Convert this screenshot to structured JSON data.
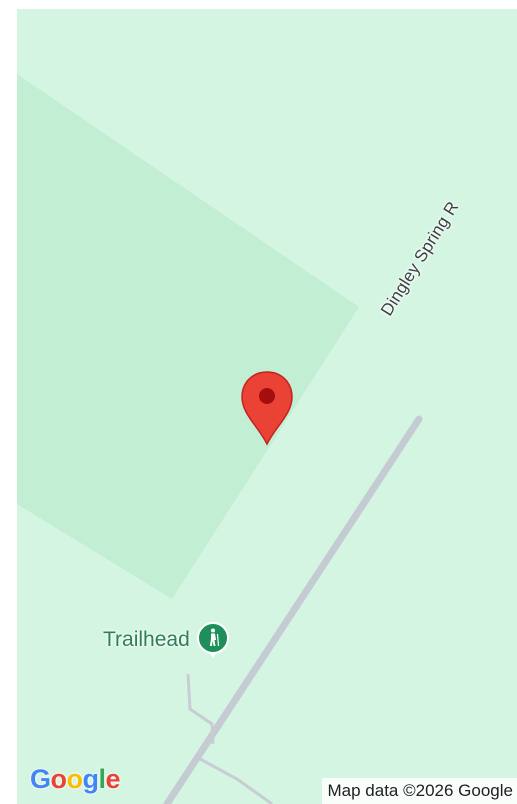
{
  "map": {
    "road_name": "Dingley Spring R",
    "poi": {
      "label": "Trailhead",
      "icon": "hiker-icon"
    },
    "pin": {
      "icon": "location-pin-icon"
    },
    "logo": {
      "g": "G",
      "o1": "o",
      "o2": "o",
      "g2": "g",
      "l": "l",
      "e": "e"
    },
    "attribution": "Map data ©2026 Google",
    "colors": {
      "land": "#d4f5e2",
      "park": "#c2eed4",
      "road": "#c5cbd3",
      "path": "#c8cdd4",
      "pin": "#ea4335",
      "poi": "#1e8e5a"
    }
  }
}
